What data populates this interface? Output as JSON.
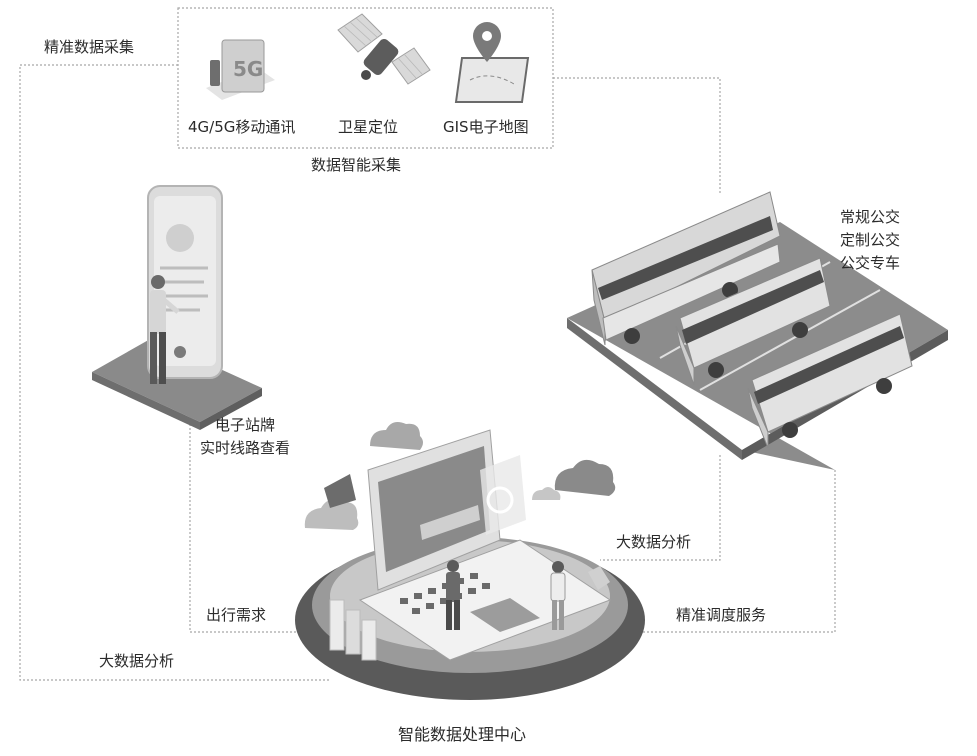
{
  "labels": {
    "precise_collection": "精准数据采集",
    "smart_collection": "数据智能采集",
    "comm": "4G/5G移动通讯",
    "satellite": "卫星定位",
    "gis": "GIS电子地图",
    "bus_types": [
      "常规公交",
      "定制公交",
      "公交专车"
    ],
    "e_station": [
      "电子站牌",
      "实时线路查看"
    ],
    "bigdata_right": "大数据分析",
    "travel_demand": "出行需求",
    "dispatch": "精准调度服务",
    "bigdata_left": "大数据分析",
    "center": "智能数据处理中心"
  }
}
